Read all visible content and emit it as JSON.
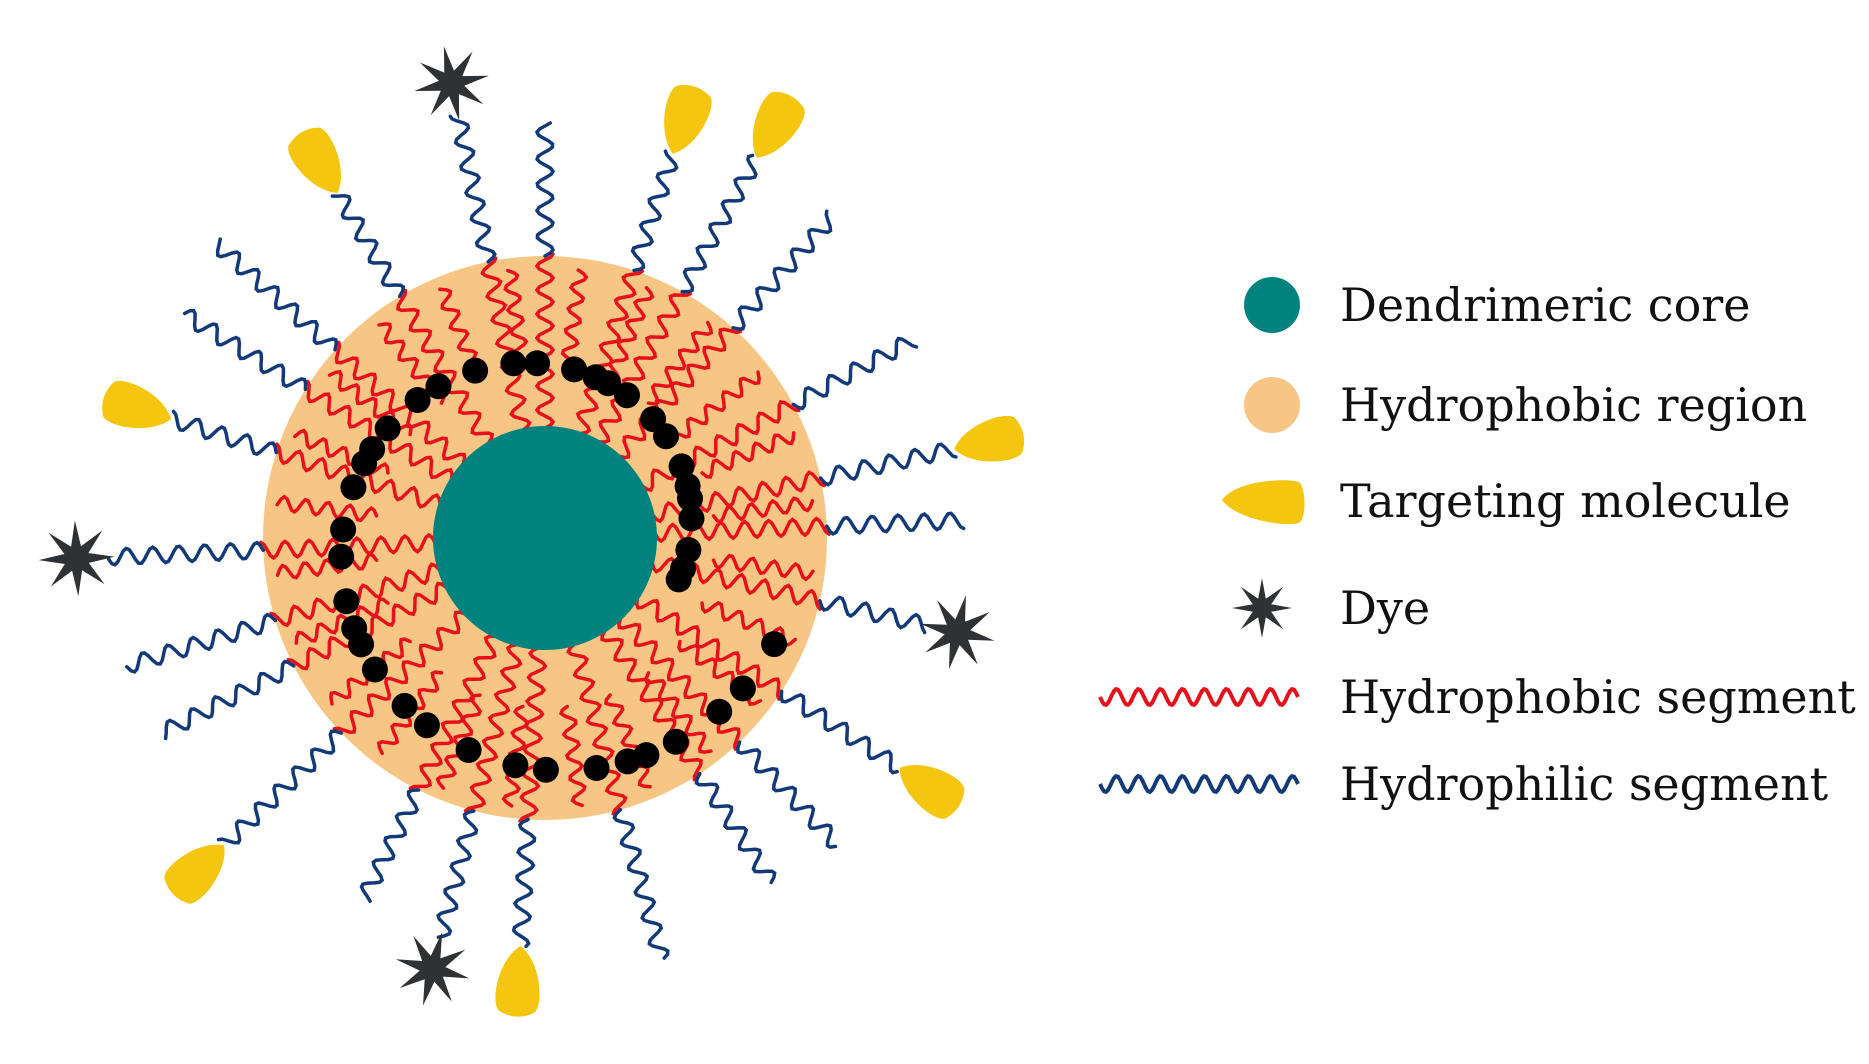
{
  "colors": {
    "core": "#00827f",
    "hydrophobic_region": "#f7c684",
    "targeting_molecule": "#f5c60f",
    "dye": "#2f3234",
    "drug_particle": "#000000",
    "hydrophobic_segment": "#e8111b",
    "hydrophilic_segment": "#123a7a"
  },
  "legend": [
    {
      "key": "core",
      "label": "Dendrimeric core",
      "icon": "circle-teal-icon"
    },
    {
      "key": "region",
      "label": "Hydrophobic region",
      "icon": "circle-peach-icon"
    },
    {
      "key": "target",
      "label": "Targeting molecule",
      "icon": "teardrop-yellow-icon"
    },
    {
      "key": "dye",
      "label": "Dye",
      "icon": "star-dark-icon"
    },
    {
      "key": "phobic",
      "label": "Hydrophobic segment",
      "icon": "wavy-red-line-icon"
    },
    {
      "key": "philic",
      "label": "Hydrophilic segment",
      "icon": "wavy-blue-line-icon"
    }
  ],
  "structure": {
    "arm_count": 24,
    "targeting_molecule_count": 8,
    "dye_count": 4,
    "drug_particle_count": 40
  }
}
